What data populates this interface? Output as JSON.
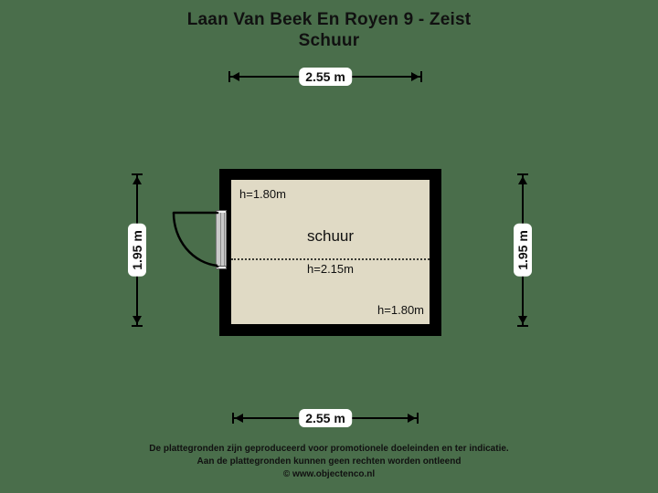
{
  "title": {
    "line1": "Laan Van Beek En Royen 9 - Zeist",
    "line2": "Schuur"
  },
  "colors": {
    "background": "#4a6e4b",
    "wall": "#000000",
    "room_fill": "#e0dac5",
    "text": "#111111",
    "dimension_label_bg": "#ffffff"
  },
  "floorplan": {
    "room_name": "schuur",
    "heights": {
      "top_left": "h=1.80m",
      "center": "h=2.15m",
      "bottom_right": "h=1.80m"
    },
    "door": {
      "icon": "door-swing-icon",
      "position": "left-wall",
      "swing": "counter-clockwise-left"
    }
  },
  "dimensions": {
    "top": "2.55 m",
    "bottom": "2.55 m",
    "left": "1.95 m",
    "right": "1.95 m"
  },
  "footer": {
    "line1": "De plattegronden zijn geproduceerd voor promotionele doeleinden en ter indicatie.",
    "line2": "Aan de plattegronden kunnen geen rechten worden ontleend",
    "line3": "© www.objectenco.nl"
  }
}
